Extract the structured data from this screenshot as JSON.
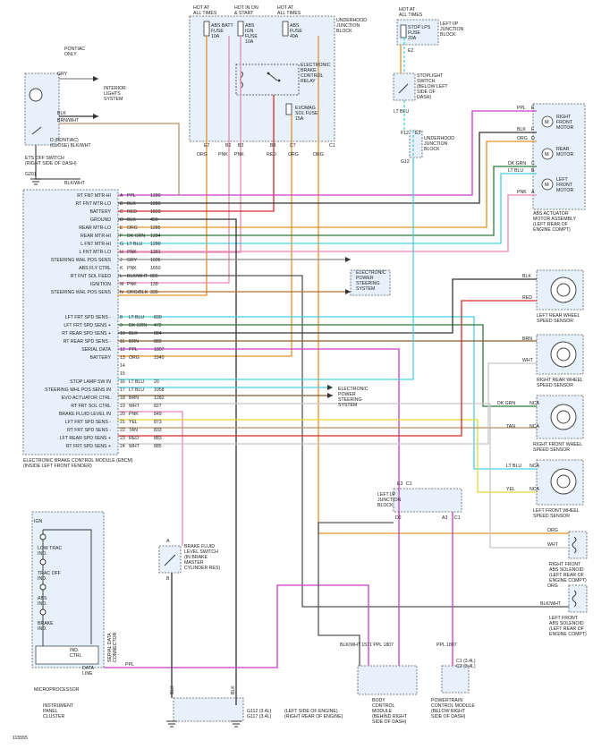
{
  "colors": {
    "PPL": "#c83cc8",
    "BLK": "#333333",
    "RED": "#d42a2a",
    "ORG": "#e0902a",
    "DK GRN": "#2f7a3a",
    "LT GRN": "#4ec04e",
    "LT BLU": "#48d0e0",
    "PNK": "#e888b4",
    "GRY": "#8c8c8c",
    "BRN": "#8a5a2e",
    "YEL": "#e8d830",
    "TAN": "#b89060",
    "WHT": "#c8c8c8",
    "BLK/WHT": "#555555",
    "ORG/BLK": "#b87030",
    "box": "#e6f1fb"
  },
  "top": {
    "hot_at_all_times_1": "HOT AT\nALL TIMES",
    "hot_in_on_start": "HOT IN ON\n& START",
    "hot_at_all_times_2": "HOT AT\nALL TIMES",
    "fuse_batt": "ABS BATT\nFUSE\n10A",
    "fuse_ign": "ABS\nIGN\nFUSE\n10A",
    "fuse_abs": "ABS\nFUSE\n40A",
    "underhood_jb": "UNDERHOOD\nJUNCTION\nBLOCK",
    "ebcm_relay": "ELECTRONIC\nBRAKE\nCONTROL\nRELAY",
    "evomag_fuse": "EVOMAG\nSOL FUSE\n15A",
    "pin_e7": "E7",
    "pin_b2": "B2",
    "pin_b3": "B3",
    "pin_b8": "B8",
    "pin_c7": "C7",
    "pin_c1": "C1",
    "w_org": "ORG",
    "w_pnk1": "PNK",
    "w_pnk2": "PNK",
    "w_red": "RED",
    "w_org2": "ORG",
    "w_org3": "ORG"
  },
  "stop_fuse": {
    "hot": "HOT AT\nALL TIMES",
    "fuse": "STOP LPS\nFUSE\n20A",
    "block": "LEFT I/P\nJUNCTION\nBLOCK",
    "pin": "E2",
    "switch": "STOPLIGHT\nSWITCH\n(BELOW LEFT\nSIDE OF\nDASH)",
    "wire": "LT BLU",
    "f12": "F12",
    "e2": "E2",
    "underhood": "UNDERHOOD\nJUNCTION\nBLOCK",
    "g12": "G12"
  },
  "left_top": {
    "pontiac": "PONTIAC\nONLY",
    "interior": "INTERIOR\nLIGHTS\nSYSTEM",
    "c_gry": "GRY",
    "b_blk": "BLK",
    "a_brnwht": "BRN/WHT",
    "pontiac_close": "D (PONTIAC)\n(CLOSE)  BLK/WHT",
    "switch": "ETS OFF SWITCH\n(RIGHT SIDE OF DASH)",
    "g201": "G201",
    "blkwht": "BLK/WHT"
  },
  "ebcm": {
    "title": "ELECTRONIC BRAKE CONTROL MODULE (EBCM)\n(INSIDE LEFT FRONT FENDER)",
    "pins_a": [
      {
        "label": "RT FNT MTR-HI",
        "pin": "A",
        "color": "PPL",
        "num": "1280"
      },
      {
        "label": "RT FNT MTR-LO",
        "pin": "B",
        "color": "BLK",
        "num": "1283"
      },
      {
        "label": "BATTERY",
        "pin": "C",
        "color": "RED",
        "num": "1833"
      },
      {
        "label": "GROUND",
        "pin": "D",
        "color": "BLK",
        "num": "450"
      },
      {
        "label": "REAR MTR-LO",
        "pin": "E",
        "color": "ORG",
        "num": "1285"
      },
      {
        "label": "REAR MTR-HI",
        "pin": "F",
        "color": "DK GRN",
        "num": "1284"
      },
      {
        "label": "L FNT MTR-HI",
        "pin": "G",
        "color": "LT BLU",
        "num": "1280"
      },
      {
        "label": "L FNT MTR-LO",
        "pin": "H",
        "color": "PNK",
        "num": "1281"
      },
      {
        "label": "STEERING WHL POS SENS",
        "pin": "J",
        "color": "GRY",
        "num": "1036"
      },
      {
        "label": "ABS FLY CTRL",
        "pin": "K",
        "color": "PNK",
        "num": "1650"
      },
      {
        "label": "RT FNT SOL FEED",
        "pin": "L",
        "color": "BLK/WHT",
        "num": "826"
      },
      {
        "label": "IGNITION",
        "pin": "M",
        "color": "PNK",
        "num": "139"
      },
      {
        "label": "STEERING WHL POS SENS",
        "pin": "N",
        "color": "ORG/BLK",
        "num": "339"
      }
    ],
    "pins_b": [
      {
        "label": "LFT FRT SPD SENS -",
        "pin": "8",
        "color": "LT BLU",
        "num": "830"
      },
      {
        "label": "LFT FRT SPD SENS +",
        "pin": "9",
        "color": "DK GRN",
        "num": "472"
      },
      {
        "label": "RT REAR SPD SENS +",
        "pin": "10",
        "color": "BLK",
        "num": "884"
      },
      {
        "label": "RT REAR SPD SENS -",
        "pin": "11",
        "color": "BRN",
        "num": "882"
      },
      {
        "label": "SERIAL DATA",
        "pin": "12",
        "color": "PPL",
        "num": "1807"
      },
      {
        "label": "BATTERY",
        "pin": "13",
        "color": "ORG",
        "num": "1940"
      },
      {
        "label": "",
        "pin": "14",
        "color": "",
        "num": ""
      },
      {
        "label": "",
        "pin": "15",
        "color": "",
        "num": ""
      },
      {
        "label": "STOP LAMP SW IN",
        "pin": "16",
        "color": "LT BLU",
        "num": "20"
      },
      {
        "label": "STEERING WHL POS SENS IN",
        "pin": "17",
        "color": "LT BLU",
        "num": "1058"
      },
      {
        "label": "EVO ACTUATOR CTRL",
        "pin": "18",
        "color": "BRN",
        "num": "1282"
      },
      {
        "label": "RT FRT SOL CTRL",
        "pin": "19",
        "color": "WHT",
        "num": "827"
      },
      {
        "label": "BRAKE FLUID LEVEL IN",
        "pin": "20",
        "color": "PNK",
        "num": "849"
      },
      {
        "label": "LFT FRT SPD SENS -",
        "pin": "21",
        "color": "YEL",
        "num": "873"
      },
      {
        "label": "RT FRT SPD SENS -",
        "pin": "22",
        "color": "TAN",
        "num": "833"
      },
      {
        "label": "LFT REAR SPD SENS +",
        "pin": "23",
        "color": "RED",
        "num": "883"
      },
      {
        "label": "RT FRT SPD SENS +",
        "pin": "24",
        "color": "WHT",
        "num": "885"
      }
    ]
  },
  "right": {
    "rf_motor": "RIGHT\nFRONT\nMOTOR",
    "rear_motor": "REAR\nMOTOR",
    "lf_motor": "LEFT\nFRONT\nMOTOR",
    "actuator": "ABS ACTUATOR\nMOTOR ASSEMBLY\n(LEFT REAR OF\nENGINE COMPT)",
    "w_ppl": "PPL",
    "w_blk": "BLK",
    "w_org": "ORG",
    "w_dkgrn": "DK GRN",
    "w_ltblu": "LT BLU",
    "w_pnk": "PNK",
    "p_e": "E",
    "p_f": "F",
    "p_d": "D",
    "p_c": "C",
    "p_b": "B",
    "p_a": "A",
    "eps": "ELECTRONIC\nPOWER\nSTEERING\nSYSTEM",
    "eps2": "ELECTRONIC\nPOWER\nSTEERING\nSYSTEM",
    "lr_sensor": "LEFT REAR WHEEL\nSPEED SENSOR",
    "rr_sensor": "RIGHT REAR WHEEL\nSPEED SENSOR",
    "rf_sensor": "RIGHT FRONT WHEEL\nSPEED SENSOR",
    "lf_sensor": "LEFT FRONT WHEEL\nSPEED SENSOR",
    "s_blk": "BLK",
    "s_red": "RED",
    "s_brn": "BRN",
    "s_wht": "WHT",
    "s_dkgrn": "DK GRN",
    "s_tan": "TAN",
    "s_ltblu": "LT BLU",
    "s_yel": "YEL",
    "nca": "NCA",
    "rf_sol": "RIGHT FRONT\nABS SOLENOID\n(LEFT REAR OF\nENGINE COMPT)",
    "lf_sol": "LEFT FRONT\nABS SOLENOID\n(LEFT REAR OF\nENGINE COMPT)",
    "sol_org": "ORG",
    "sol_wht": "WHT",
    "sol_org2": "ORG",
    "sol_blkwht": "BLK/WHT"
  },
  "middle": {
    "lip_jb": "LEFT I/P\nJUNCTION\nBLOCK",
    "e3": "E3",
    "c1": "C1",
    "d2": "D2",
    "a3": "A3",
    "c1b": "C1",
    "fluid_switch": "BRAKE FLUID\nLEVEL SWITCH\n(IN BRAKE\nMASTER\nCYLINDER RES)",
    "pin_a": "A",
    "pin_b": "B"
  },
  "bottom": {
    "ipc_title": "INSTRUMENT\nPANEL\nCLUSTER",
    "ign": "IGN",
    "low_trac": "LOW TRAC\nIND.",
    "trac_off": "TRAC OFF\nIND.",
    "abs_ind": "ABS\nIND.",
    "brake_ind": "BRAKE\nIND.",
    "ind_ctrl": "IND.\nCTRL",
    "data_line": "DATA\nLINE",
    "micro": "MICROPROCESSOR",
    "ppl": "PPL",
    "side_label": "SERIAL DATA\nCONNECTOR",
    "gnd_blk1": "BLK",
    "gnd_blk2": "BLK",
    "g112": "G112 (3.4L)\nG117 (3.4L)",
    "gnd_loc": "(LEFT SIDE OF ENGINE)\n(RIGHT REAR OF ENGINE)",
    "bcm_wires": "BLK/WHT   1571   PPL   1807",
    "bcm": "BODY\nCONTROL\nMODULE\n(BEHIND RIGHT\nSIDE OF DASH)",
    "pcm_wires": "PPL   1807",
    "pcm": "POWERTRAIN\nCONTROL MODULE\n(BELOW RIGHT\nSIDE OF DASH)",
    "pcm_pins": "C1 (3.4L)\nC2 (3.4L)",
    "fig": "115555"
  }
}
